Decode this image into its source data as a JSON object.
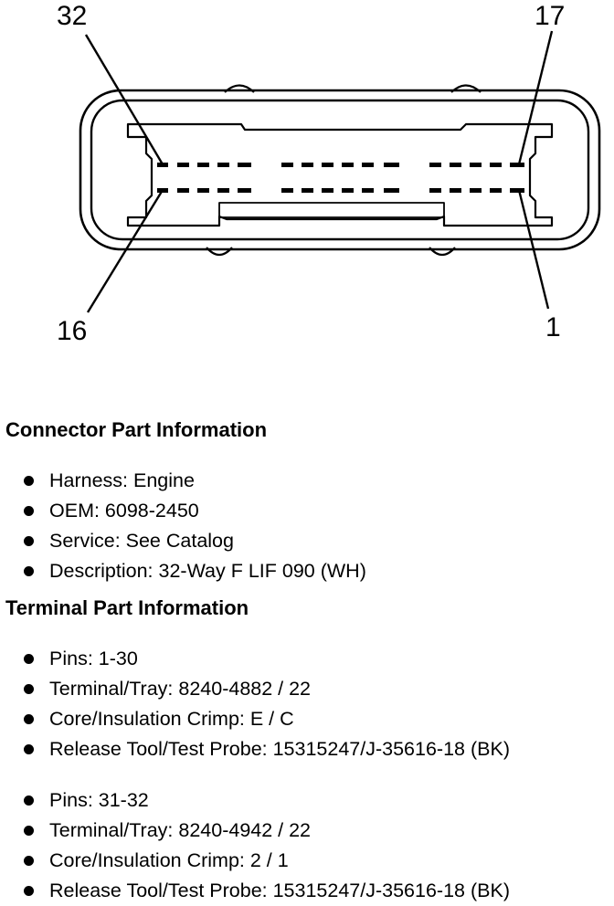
{
  "diagram": {
    "pin_labels": {
      "top_left": "32",
      "top_right": "17",
      "bottom_left": "16",
      "bottom_right": "1"
    }
  },
  "connector_section": {
    "title": "Connector Part Information",
    "items": [
      "Harness: Engine",
      "OEM: 6098-2450",
      "Service: See Catalog",
      "Description: 32-Way F LIF 090 (WH)"
    ]
  },
  "terminal_section": {
    "title": "Terminal Part Information",
    "groups": [
      {
        "items": [
          "Pins: 1-30",
          "Terminal/Tray: 8240-4882 / 22",
          "Core/Insulation Crimp: E / C",
          "Release Tool/Test Probe: 15315247/J-35616-18 (BK)"
        ]
      },
      {
        "items": [
          "Pins: 31-32",
          "Terminal/Tray: 8240-4942 / 22",
          "Core/Insulation Crimp: 2 / 1",
          "Release Tool/Test Probe: 15315247/J-35616-18 (BK)"
        ]
      }
    ]
  }
}
